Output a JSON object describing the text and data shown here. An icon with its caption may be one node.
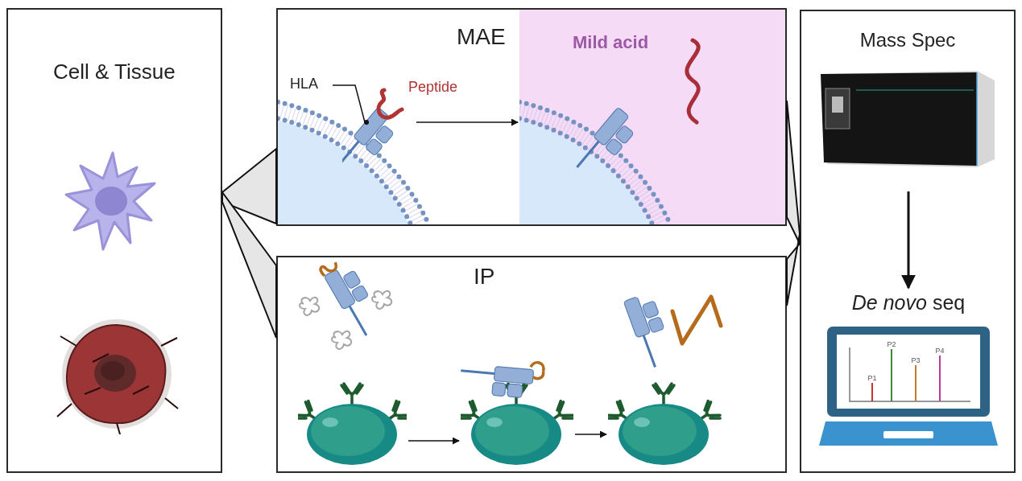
{
  "diagram": {
    "nodes": [
      {
        "text": [
          "Cell & Tissue"
        ]
      },
      {
        "text": [],
        "shape": "picture",
        "in": 0
      },
      {
        "text": [],
        "shape": "picture",
        "in": 0
      },
      {
        "text": [
          "MAE"
        ]
      },
      {
        "text": [
          "HLA"
        ],
        "in": 3
      },
      {
        "text": [],
        "shape": "picture",
        "in": 3
      },
      {
        "text": [
          "Mild acid"
        ],
        "in": 3
      },
      {
        "text": [
          "IP"
        ]
      },
      {
        "text": [],
        "shape": "picture",
        "in": 7
      },
      {
        "text": [],
        "shape": "picture",
        "in": 7
      },
      {
        "text": [],
        "shape": "picture",
        "in": 7
      },
      {
        "text": [
          "Mass Spec"
        ]
      },
      {
        "text": [],
        "shape": "picture",
        "in": 11
      },
      {
        "text": [
          "*De novo* seq"
        ],
        "in": 11
      }
    ],
    "edges": [
      {
        "from": 0,
        "to": 3,
        "arrow": "none"
      },
      {
        "from": 0,
        "to": 7,
        "arrow": "none"
      },
      {
        "from": 4,
        "to": 5,
        "arrow": "none"
      },
      {
        "from": 5,
        "to": 6,
        "arrow": "to"
      },
      {
        "from": 8,
        "to": 9,
        "arrow": "to"
      },
      {
        "from": 9,
        "to": 10,
        "arrow": "to"
      },
      {
        "from": 3,
        "to": 11,
        "arrow": "none"
      },
      {
        "from": 7,
        "to": 11,
        "arrow": "none"
      },
      {
        "from": 12,
        "to": 13,
        "arrow": "to"
      }
    ],
    "labels": [
      "Peptide",
      "P1",
      "P2",
      "P3",
      "P4"
    ]
  }
}
